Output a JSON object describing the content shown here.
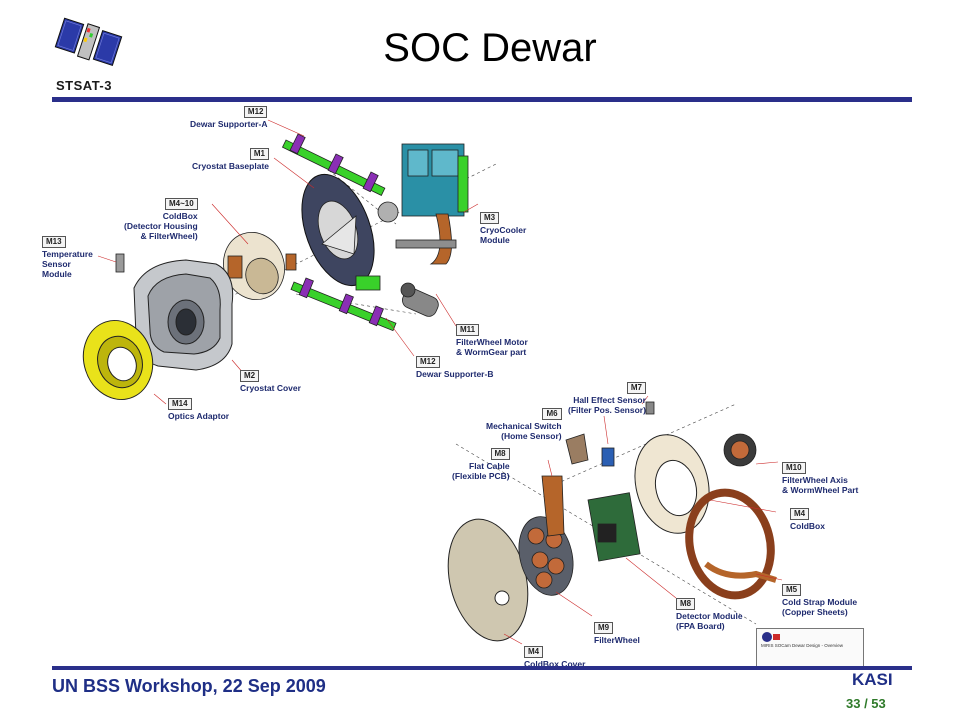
{
  "header": {
    "mission": "STSAT-3",
    "title": "SOC Dewar"
  },
  "callouts": [
    {
      "code": "M12",
      "desc": [
        "Dewar Supporter-A"
      ]
    },
    {
      "code": "M1",
      "desc": [
        "Cryostat Baseplate"
      ]
    },
    {
      "code": "M4~10",
      "desc": [
        "ColdBox",
        "(Detector Housing",
        "& FilterWheel)"
      ]
    },
    {
      "code": "M13",
      "desc": [
        "Temperature",
        "Sensor",
        "Module"
      ]
    },
    {
      "code": "M3",
      "desc": [
        "CryoCooler",
        "Module"
      ]
    },
    {
      "code": "M11",
      "desc": [
        "FilterWheel Motor",
        "& WormGear part"
      ]
    },
    {
      "code": "M12",
      "desc": [
        "Dewar Supporter-B"
      ]
    },
    {
      "code": "M2",
      "desc": [
        "Cryostat Cover"
      ]
    },
    {
      "code": "M14",
      "desc": [
        "Optics Adaptor"
      ]
    },
    {
      "code": "M7",
      "desc": [
        "Hall Effect Sensor",
        "(Filter Pos. Sensor)"
      ]
    },
    {
      "code": "M6",
      "desc": [
        "Mechanical Switch",
        "(Home Sensor)"
      ]
    },
    {
      "code": "M8",
      "desc": [
        "Flat Cable",
        "(Flexible PCB)"
      ]
    },
    {
      "code": "M10",
      "desc": [
        "FilterWheel Axis",
        "& WormWheel Part"
      ]
    },
    {
      "code": "M4",
      "desc": [
        "ColdBox"
      ]
    },
    {
      "code": "M5",
      "desc": [
        "Cold Strap Module",
        "(Copper Sheets)"
      ]
    },
    {
      "code": "M8",
      "desc": [
        "Detector Module",
        "(FPA Board)"
      ]
    },
    {
      "code": "M9",
      "desc": [
        "FilterWheel"
      ]
    },
    {
      "code": "M4",
      "desc": [
        "ColdBox Cover"
      ]
    }
  ],
  "titleblock": {
    "text": "MIRIS SOCam Dewar Design - Overview"
  },
  "footer": {
    "event": "UN BSS Workshop, 22 Sep 2009",
    "org": "KASI",
    "page": "33 / 53"
  },
  "colors": {
    "rule": "#2a2f8a",
    "label": "#1e2a6e",
    "footer": "#1f2f86",
    "page": "#2f7a2a",
    "green_part": "#39d12a",
    "copper": "#b5652a",
    "yellow": "#e9e21a",
    "gray": "#b8b8b8",
    "dark": "#3a3f55"
  }
}
